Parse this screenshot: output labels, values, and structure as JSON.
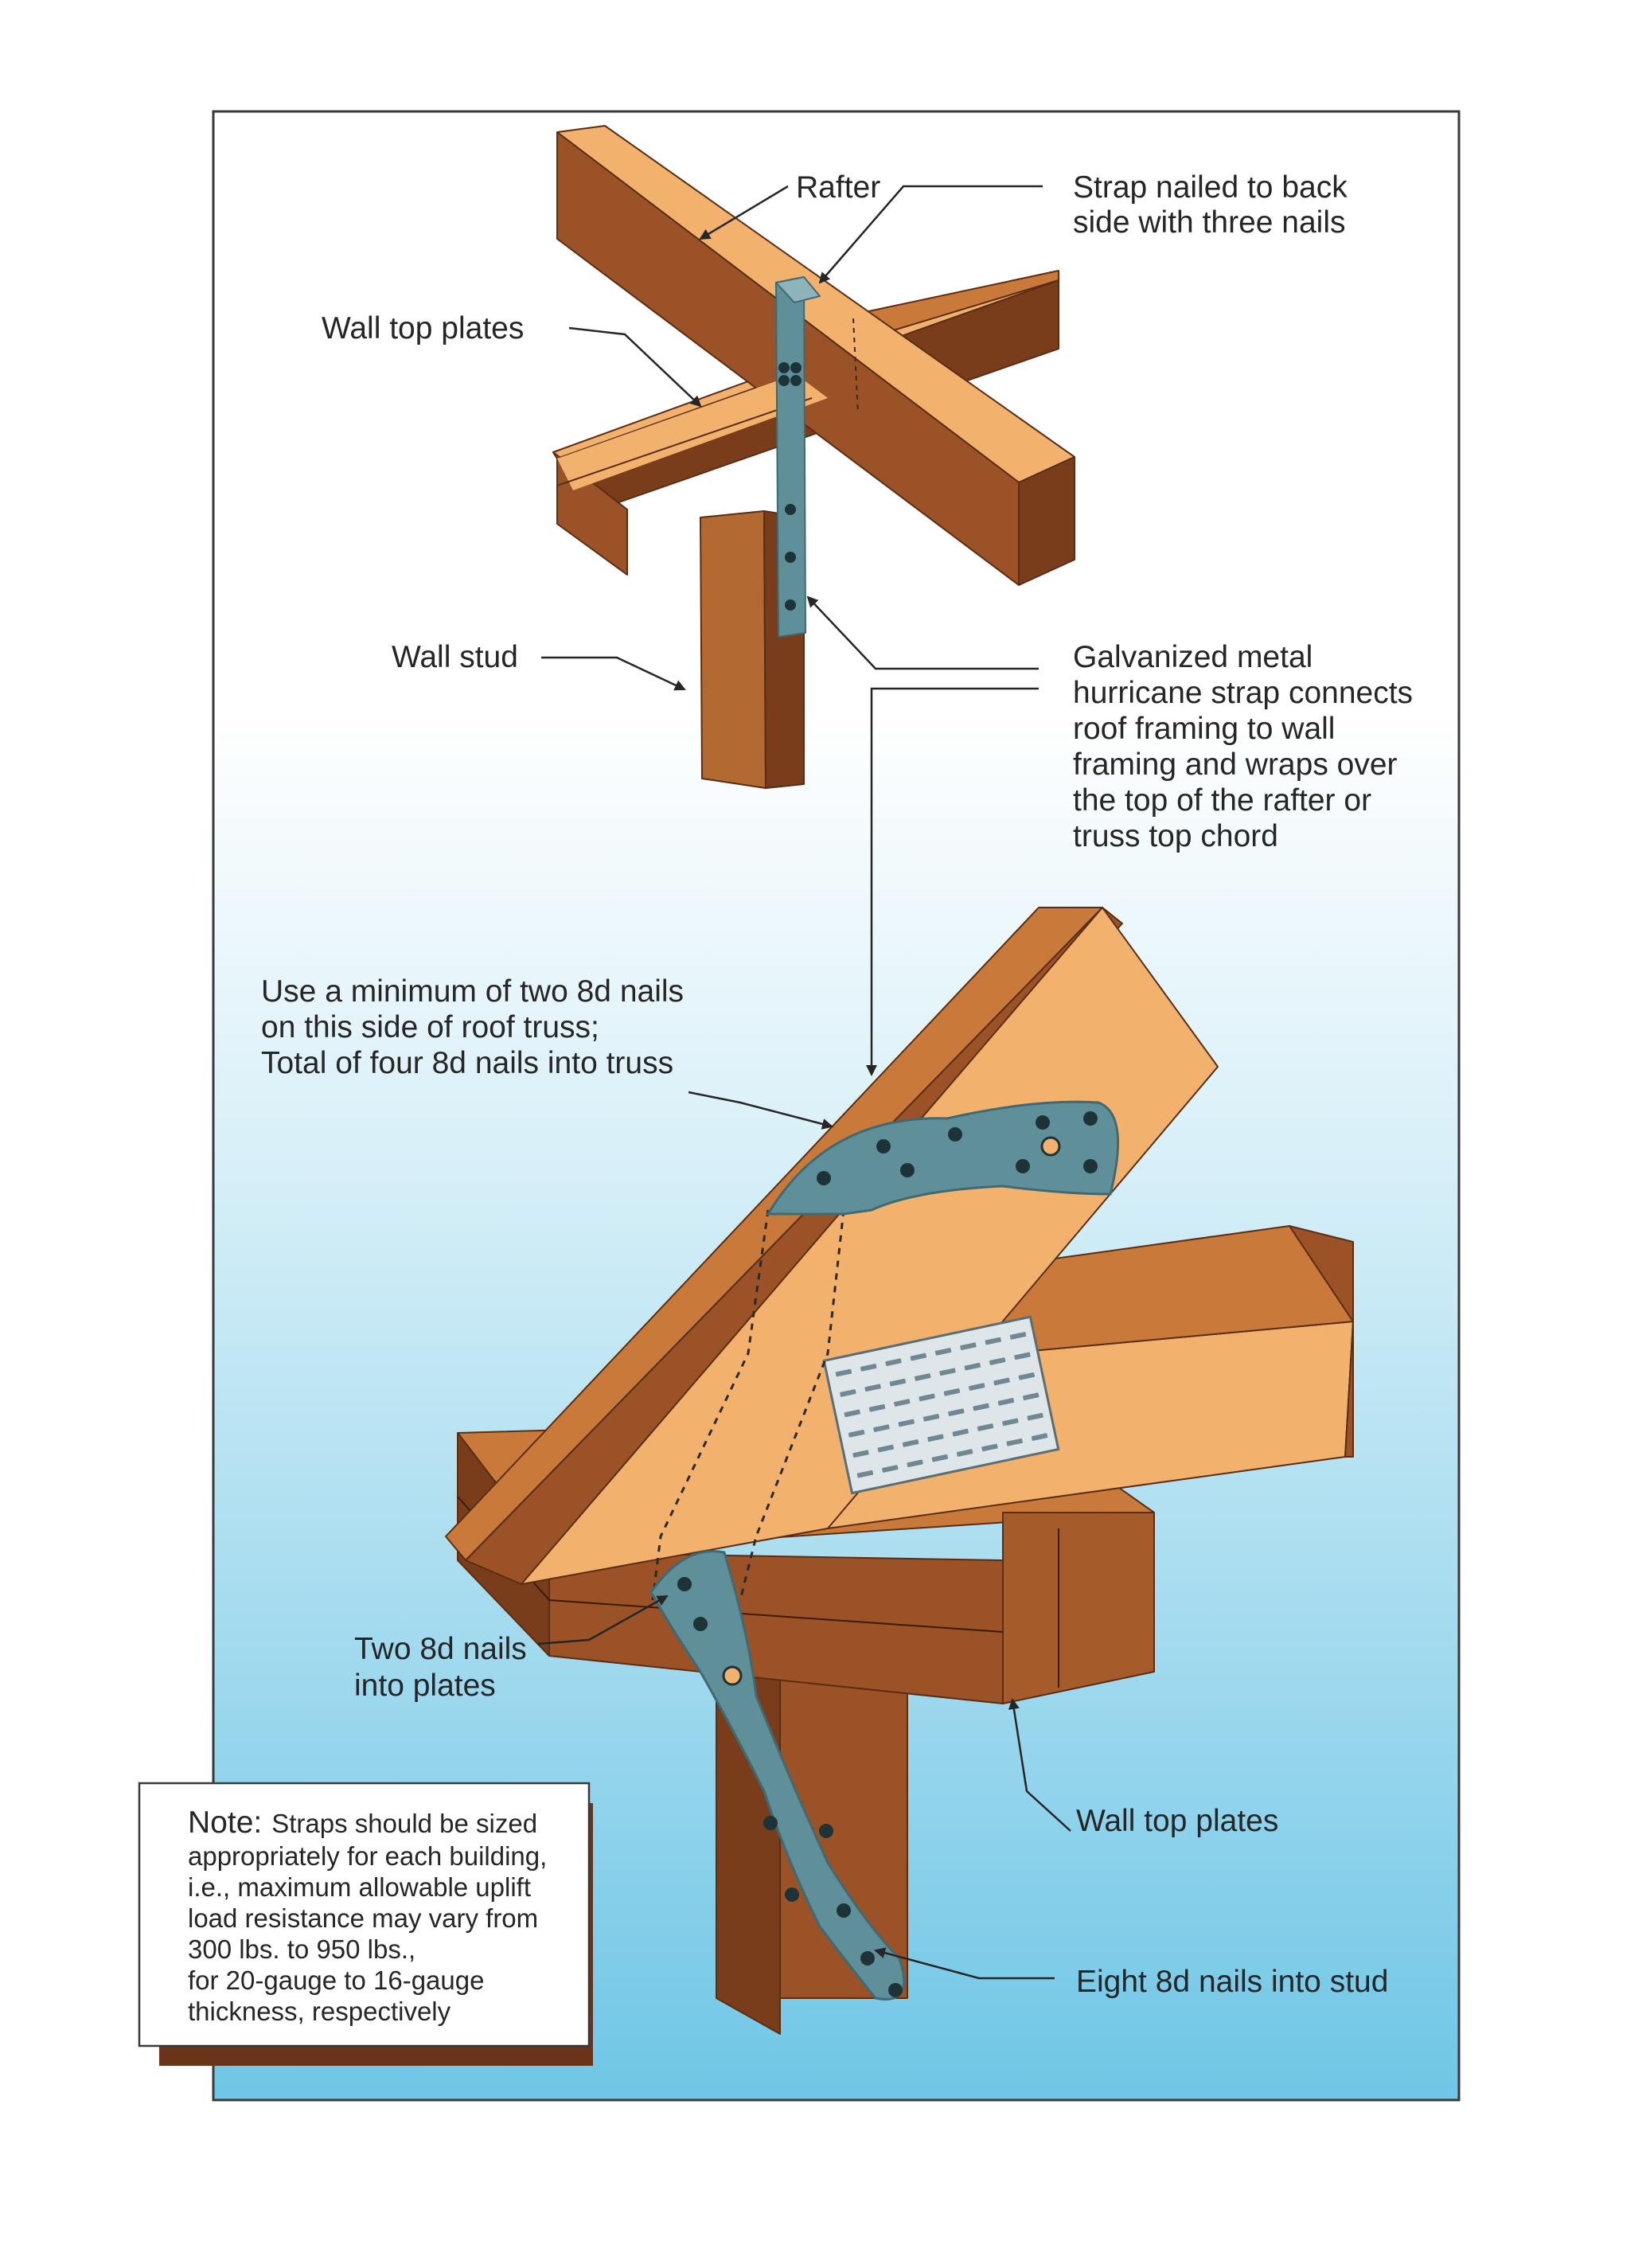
{
  "labels": {
    "rafter": "Rafter",
    "strap_back_1": "Strap nailed to back",
    "strap_back_2": "side with three nails",
    "wall_top_plates_top": "Wall top plates",
    "wall_stud": "Wall stud",
    "galv_1": "Galvanized metal",
    "galv_2": "hurricane strap connects",
    "galv_3": "roof framing to wall",
    "galv_4": "framing and wraps over",
    "galv_5": "the top of the rafter or",
    "galv_6": "truss top chord",
    "min_1": "Use a minimum of two 8d nails",
    "min_2": "on this side of roof truss;",
    "min_3": "Total of four 8d nails into truss",
    "two_1": "Two 8d nails",
    "two_2": "into plates",
    "wall_top_plates_bottom": "Wall top plates",
    "eight": "Eight 8d nails into stud"
  },
  "note": {
    "heading": "Note:",
    "line1": "Straps should be sized",
    "line2": "appropriately for each building,",
    "line3": "i.e., maximum allowable uplift",
    "line4": "load resistance may vary from",
    "line5": "300 lbs. to 950 lbs.,",
    "line6": "for 20-gauge to 16-gauge",
    "line7": "thickness, respectively"
  },
  "colors": {
    "wood_light": "#f2b26e",
    "wood_mid": "#c97a3a",
    "wood_dark": "#7a3d1c",
    "strap": "#5f8f98",
    "strap_dark": "#3f6a73",
    "sky_bottom": "#6fc6e6",
    "text": "#262626"
  }
}
